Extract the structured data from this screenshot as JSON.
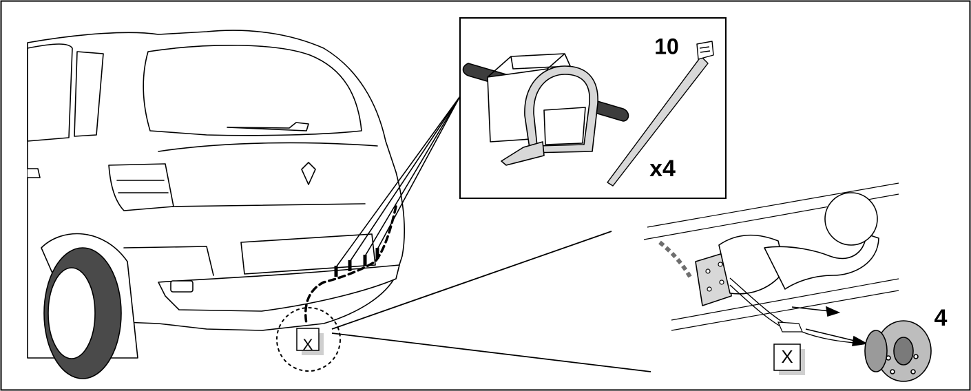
{
  "labels": {
    "tie_count": "10",
    "tie_multiplier": "x4",
    "socket_part_number": "4",
    "connector_marker_car": "X",
    "connector_marker_towbar": "X"
  },
  "colors": {
    "line": "#000000",
    "shade_dark": "#555555",
    "shade_mid": "#8a8a8a",
    "shade_light": "#cfcfcf",
    "fill": "#ffffff"
  }
}
